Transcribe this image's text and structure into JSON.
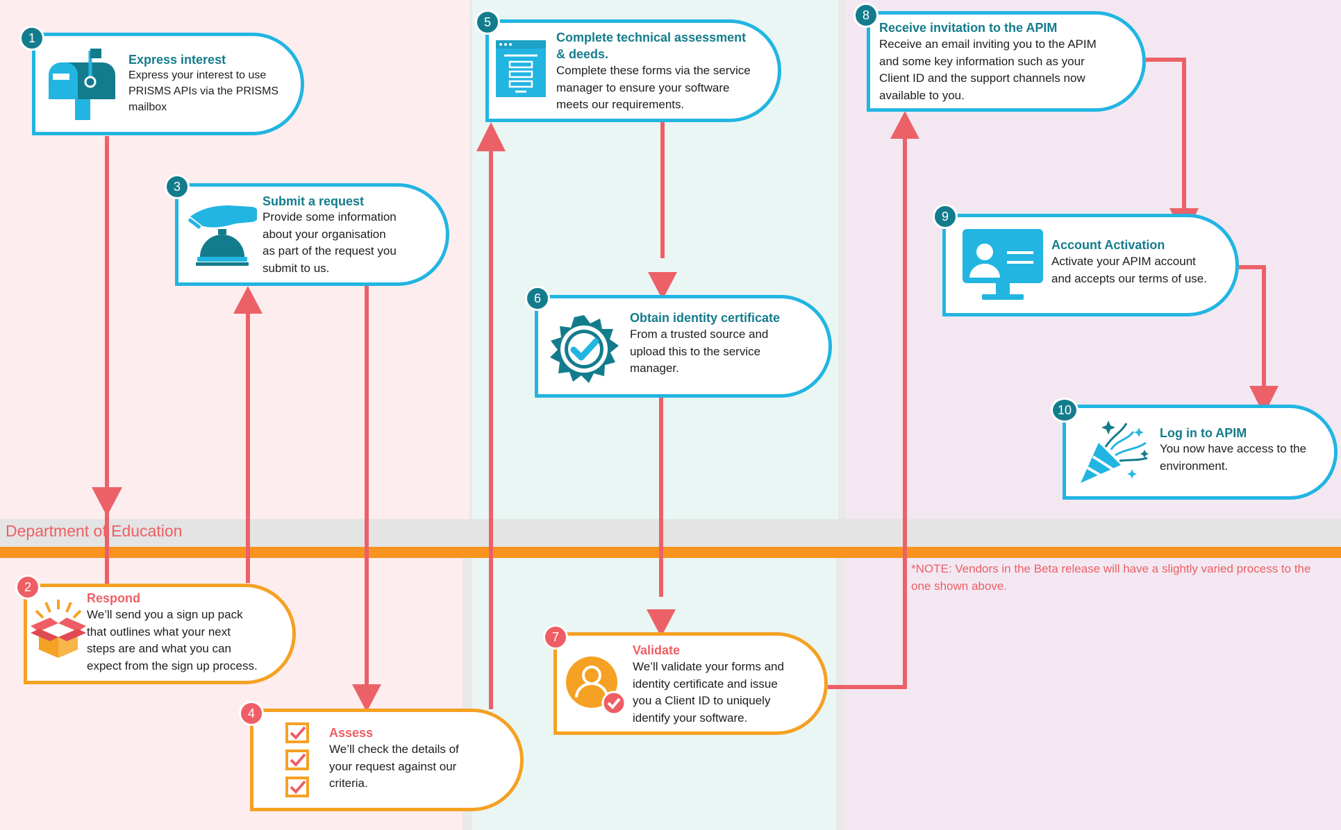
{
  "lane_label": "Department of Education",
  "note": "*NOTE: Vendors in the Beta release will have a slightly varied process to the one shown above.",
  "colors": {
    "vendor_border": "#22B5E2",
    "vendor_title": "#137C8C",
    "dept_border": "#F5A123",
    "dept_title": "#EE5E64",
    "arrow": "#EC6168",
    "divider": "#F7931E"
  },
  "steps": [
    {
      "number": "1",
      "title": "Express interest",
      "lines": [
        "Express your interest to use",
        "PRISMS APIs via the PRISMS",
        "mailbox"
      ],
      "icon": "mailbox-icon",
      "actor": "vendor"
    },
    {
      "number": "2",
      "title": "Respond",
      "lines": [
        "We’ll send you a sign up pack",
        "that outlines what your next",
        "steps are and what you can",
        "expect from the sign up process."
      ],
      "icon": "open-box-icon",
      "actor": "department"
    },
    {
      "number": "3",
      "title": "Submit a request",
      "lines": [
        "Provide some information",
        "about your organisation",
        "as part of the request you",
        "submit to us."
      ],
      "icon": "service-bell-icon",
      "actor": "vendor"
    },
    {
      "number": "4",
      "title": "Assess",
      "lines": [
        "We’ll check the details of",
        "your request against our",
        "criteria."
      ],
      "icon": "checklist-icon",
      "actor": "department"
    },
    {
      "number": "5",
      "title": "Complete technical assessment",
      "title2": "& deeds.",
      "lines": [
        "Complete these forms via the service",
        "manager to ensure your software",
        "meets our requirements."
      ],
      "icon": "form-window-icon",
      "actor": "vendor"
    },
    {
      "number": "6",
      "title": "Obtain identity certificate",
      "lines": [
        "From a trusted source and",
        "upload this to the service",
        "manager."
      ],
      "icon": "certificate-badge-icon",
      "actor": "vendor"
    },
    {
      "number": "7",
      "title": "Validate",
      "lines": [
        "We’ll validate your forms and",
        "identity certificate and issue",
        "you a Client ID to uniquely",
        "identify your software."
      ],
      "icon": "verified-user-icon",
      "actor": "department"
    },
    {
      "number": "8",
      "title": "Receive invitation to the APIM",
      "lines": [
        "Receive an email inviting you to the APIM",
        "and some key information such as your",
        "Client ID and the support channels now",
        "available to you."
      ],
      "icon": "",
      "actor": "vendor"
    },
    {
      "number": "9",
      "title": "Account Activation",
      "lines": [
        "Activate your APIM account",
        "and accepts our terms of use."
      ],
      "icon": "monitor-profile-icon",
      "actor": "vendor"
    },
    {
      "number": "10",
      "title": "Log in to APIM",
      "lines": [
        "You now have access to the",
        "environment."
      ],
      "icon": "party-popper-icon",
      "actor": "vendor"
    }
  ]
}
